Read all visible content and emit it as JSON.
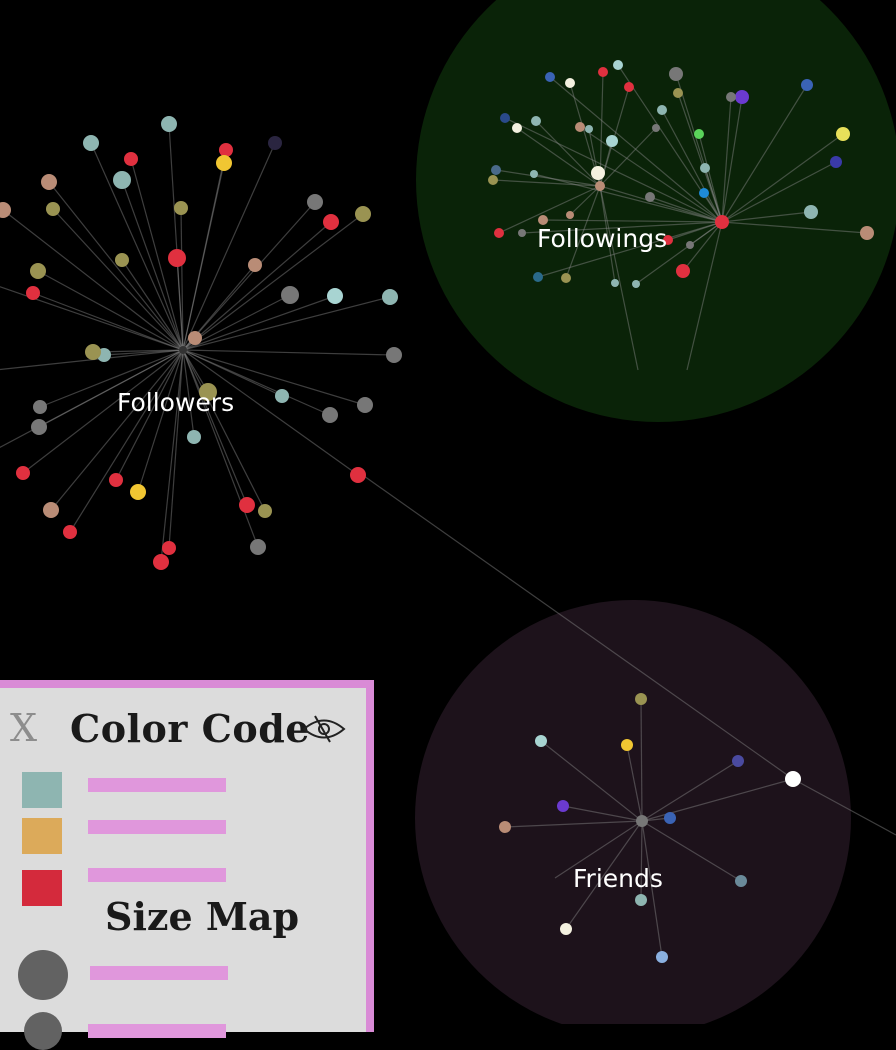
{
  "graph": {
    "clusters": [
      {
        "label": "Followers",
        "color": "#000000"
      },
      {
        "label": "Followings",
        "color": "#0a2308"
      },
      {
        "label": "Friends",
        "color": "#1d121b"
      }
    ]
  },
  "legend": {
    "close_label": "X",
    "title": "Color Code",
    "eye_icon": "eye-slash-icon",
    "colors": [
      "#8eb5b1",
      "#dcaa5a",
      "#d42a3c"
    ],
    "size_title": "Size Map"
  }
}
